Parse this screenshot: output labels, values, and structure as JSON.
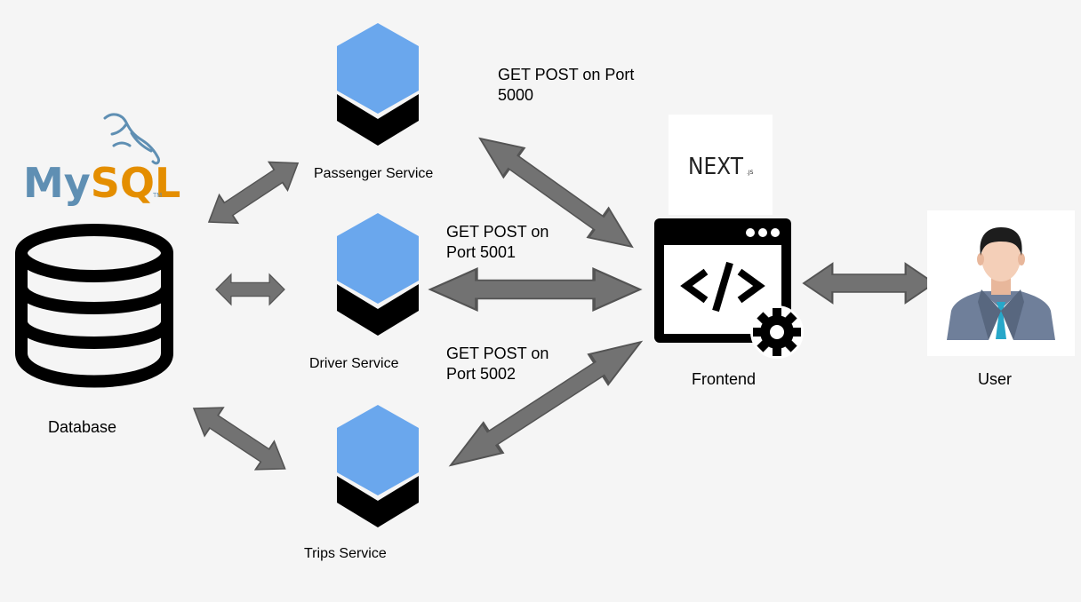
{
  "database": {
    "label": "Database",
    "logo_text": "MySQL",
    "logo_tm": "TM"
  },
  "services": [
    {
      "label": "Passenger Service"
    },
    {
      "label": "Driver Service"
    },
    {
      "label": "Trips Service"
    }
  ],
  "ports": [
    {
      "line1": "GET POST on Port",
      "line2": "5000"
    },
    {
      "line1": "GET POST on",
      "line2": "Port 5001"
    },
    {
      "line1": "GET POST on",
      "line2": "Port 5002"
    }
  ],
  "frontend": {
    "label": "Frontend",
    "logo_text": "NEXT",
    "logo_suffix": ".JS"
  },
  "user": {
    "label": "User"
  },
  "colors": {
    "background": "#f5f5f5",
    "hexagon": "#6aa7ed",
    "arrow_fill": "#727272",
    "arrow_stroke": "#545454",
    "mysql_blue": "#5f8fb3",
    "mysql_orange": "#e48e00"
  }
}
